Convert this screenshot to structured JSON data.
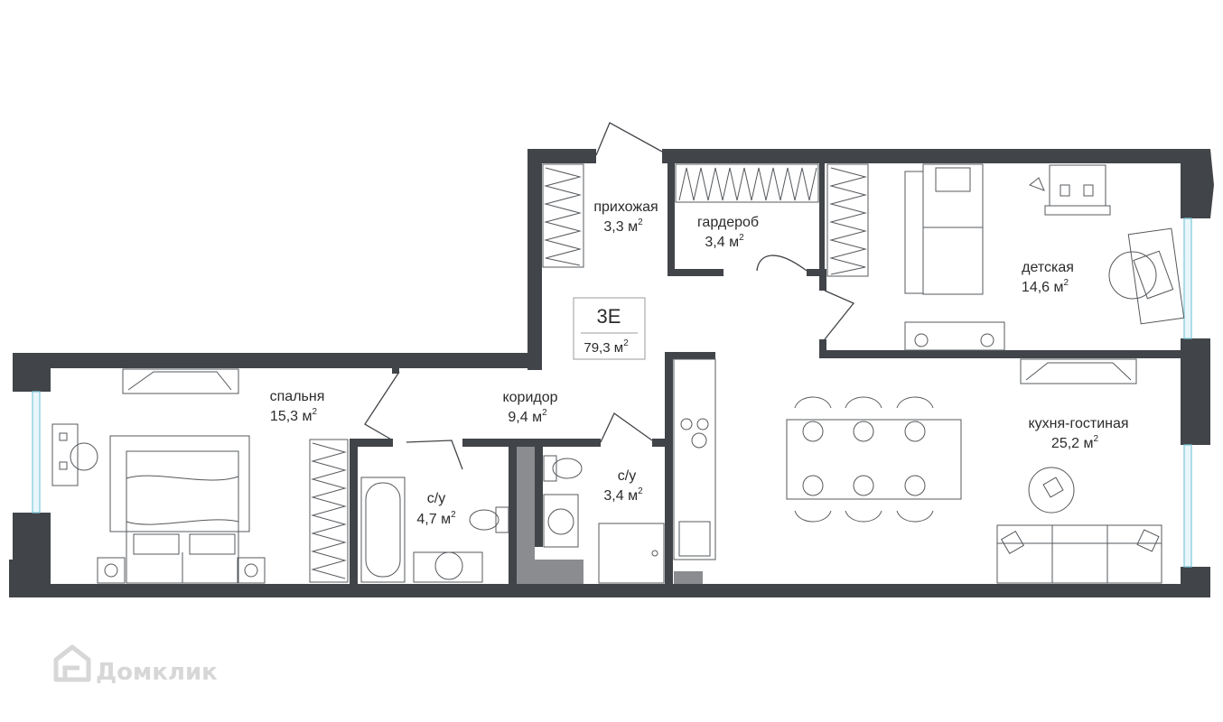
{
  "plan": {
    "code": "3E",
    "total_area": "79,3 м",
    "area_sup": "2"
  },
  "rooms": [
    {
      "name": "прихожая",
      "area": "3,3 м"
    },
    {
      "name": "гардероб",
      "area": "3,4 м"
    },
    {
      "name": "детская",
      "area": "14,6 м"
    },
    {
      "name": "спальня",
      "area": "15,3 м"
    },
    {
      "name": "коридор",
      "area": "9,4 м"
    },
    {
      "name": "с/у",
      "area": "4,7 м"
    },
    {
      "name": "с/у",
      "area": "3,4 м"
    },
    {
      "name": "кухня-гостиная",
      "area": "25,2 м"
    }
  ],
  "watermark": {
    "text": "Домклик",
    "icon": "house-logo-icon"
  },
  "colors": {
    "wall": "#414448",
    "window_glass": "#7fc9db",
    "watermark": "#d7d7d7"
  }
}
